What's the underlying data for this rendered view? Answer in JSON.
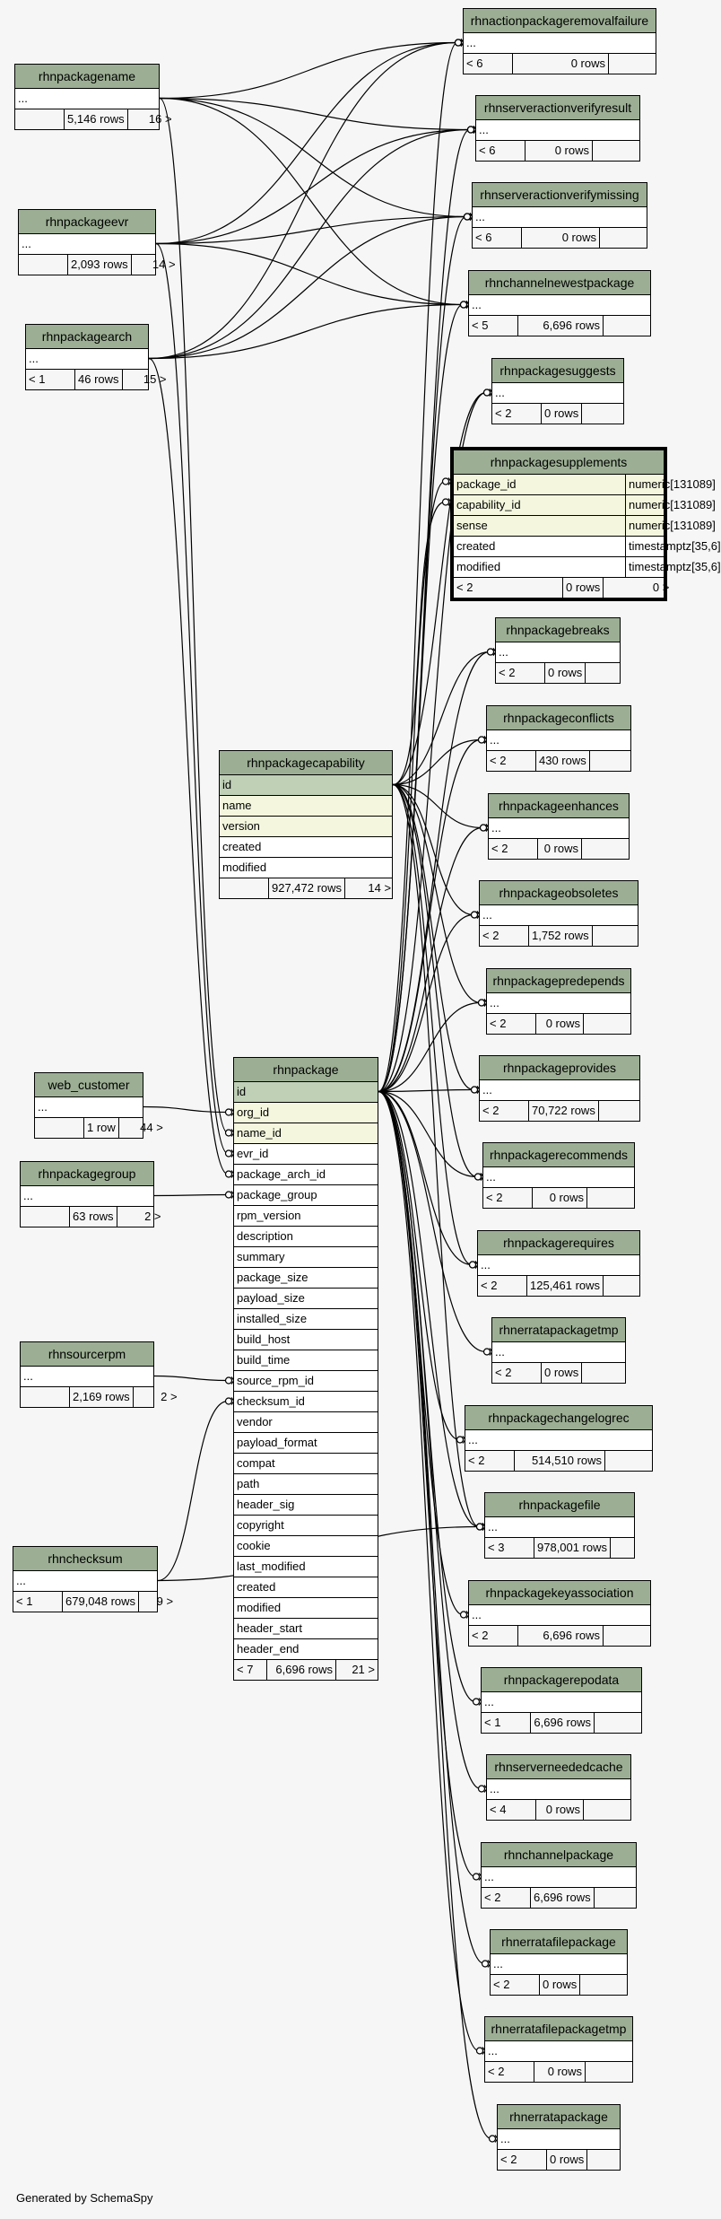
{
  "generated_by": "Generated by SchemaSpy",
  "tables": [
    {
      "id": "rhnactionpackageremovalfailure",
      "name": "rhnactionpackageremovalfailure",
      "rows": [
        {
          "t": "..."
        }
      ],
      "footer": [
        "< 6",
        "0 rows",
        ""
      ]
    },
    {
      "id": "rhnpackagename",
      "name": "rhnpackagename",
      "rows": [
        {
          "t": "..."
        }
      ],
      "footer": [
        "",
        "5,146 rows",
        "16 >"
      ]
    },
    {
      "id": "rhnserveractionverifyresult",
      "name": "rhnserveractionverifyresult",
      "rows": [
        {
          "t": "..."
        }
      ],
      "footer": [
        "< 6",
        "0 rows",
        ""
      ]
    },
    {
      "id": "rhnserveractionverifymissing",
      "name": "rhnserveractionverifymissing",
      "rows": [
        {
          "t": "..."
        }
      ],
      "footer": [
        "< 6",
        "0 rows",
        ""
      ]
    },
    {
      "id": "rhnpackageevr",
      "name": "rhnpackageevr",
      "rows": [
        {
          "t": "..."
        }
      ],
      "footer": [
        "",
        "2,093 rows",
        "14 >"
      ]
    },
    {
      "id": "rhnchannelnewestpackage",
      "name": "rhnchannelnewestpackage",
      "rows": [
        {
          "t": "..."
        }
      ],
      "footer": [
        "< 5",
        "6,696 rows",
        ""
      ]
    },
    {
      "id": "rhnpackagearch",
      "name": "rhnpackagearch",
      "rows": [
        {
          "t": "..."
        }
      ],
      "footer": [
        "< 1",
        "46 rows",
        "15 >"
      ]
    },
    {
      "id": "rhnpackagesuggests",
      "name": "rhnpackagesuggests",
      "rows": [
        {
          "t": "..."
        }
      ],
      "footer": [
        "< 2",
        "0 rows",
        ""
      ]
    },
    {
      "id": "rhnpackagesupplements",
      "name": "rhnpackagesupplements",
      "rows": [
        {
          "t": "package_id",
          "type": "numeric[131089]",
          "k": "fk"
        },
        {
          "t": "capability_id",
          "type": "numeric[131089]",
          "k": "fk"
        },
        {
          "t": "sense",
          "type": "numeric[131089]",
          "k": "fk"
        },
        {
          "t": "created",
          "type": "timestamptz[35,6]"
        },
        {
          "t": "modified",
          "type": "timestamptz[35,6]"
        }
      ],
      "footer": [
        "< 2",
        "0 rows",
        "0 >"
      ]
    },
    {
      "id": "rhnpackagebreaks",
      "name": "rhnpackagebreaks",
      "rows": [
        {
          "t": "..."
        }
      ],
      "footer": [
        "< 2",
        "0 rows",
        ""
      ]
    },
    {
      "id": "rhnpackageconflicts",
      "name": "rhnpackageconflicts",
      "rows": [
        {
          "t": "..."
        }
      ],
      "footer": [
        "< 2",
        "430 rows",
        ""
      ]
    },
    {
      "id": "rhnpackagecapability",
      "name": "rhnpackagecapability",
      "rows": [
        {
          "t": "id",
          "k": "pk"
        },
        {
          "t": "name",
          "k": "fk"
        },
        {
          "t": "version",
          "k": "fk"
        },
        {
          "t": "created"
        },
        {
          "t": "modified"
        }
      ],
      "footer": [
        "",
        "927,472 rows",
        "14 >"
      ]
    },
    {
      "id": "rhnpackageenhances",
      "name": "rhnpackageenhances",
      "rows": [
        {
          "t": "..."
        }
      ],
      "footer": [
        "< 2",
        "0 rows",
        ""
      ]
    },
    {
      "id": "rhnpackageobsoletes",
      "name": "rhnpackageobsoletes",
      "rows": [
        {
          "t": "..."
        }
      ],
      "footer": [
        "< 2",
        "1,752 rows",
        ""
      ]
    },
    {
      "id": "rhnpackagepredepends",
      "name": "rhnpackagepredepends",
      "rows": [
        {
          "t": "..."
        }
      ],
      "footer": [
        "< 2",
        "0 rows",
        ""
      ]
    },
    {
      "id": "rhnpackage",
      "name": "rhnpackage",
      "rows": [
        {
          "t": "id",
          "k": "pk"
        },
        {
          "t": "org_id",
          "k": "fk"
        },
        {
          "t": "name_id",
          "k": "fk"
        },
        {
          "t": "evr_id"
        },
        {
          "t": "package_arch_id"
        },
        {
          "t": "package_group"
        },
        {
          "t": "rpm_version"
        },
        {
          "t": "description"
        },
        {
          "t": "summary"
        },
        {
          "t": "package_size"
        },
        {
          "t": "payload_size"
        },
        {
          "t": "installed_size"
        },
        {
          "t": "build_host"
        },
        {
          "t": "build_time"
        },
        {
          "t": "source_rpm_id"
        },
        {
          "t": "checksum_id"
        },
        {
          "t": "vendor"
        },
        {
          "t": "payload_format"
        },
        {
          "t": "compat"
        },
        {
          "t": "path"
        },
        {
          "t": "header_sig"
        },
        {
          "t": "copyright"
        },
        {
          "t": "cookie"
        },
        {
          "t": "last_modified"
        },
        {
          "t": "created"
        },
        {
          "t": "modified"
        },
        {
          "t": "header_start"
        },
        {
          "t": "header_end"
        }
      ],
      "footer": [
        "< 7",
        "6,696 rows",
        "21 >"
      ]
    },
    {
      "id": "rhnpackageprovides",
      "name": "rhnpackageprovides",
      "rows": [
        {
          "t": "..."
        }
      ],
      "footer": [
        "< 2",
        "70,722 rows",
        ""
      ]
    },
    {
      "id": "web_customer",
      "name": "web_customer",
      "rows": [
        {
          "t": "..."
        }
      ],
      "footer": [
        "",
        "1 row",
        "44 >"
      ]
    },
    {
      "id": "rhnpackagerecommends",
      "name": "rhnpackagerecommends",
      "rows": [
        {
          "t": "..."
        }
      ],
      "footer": [
        "< 2",
        "0 rows",
        ""
      ]
    },
    {
      "id": "rhnpackagegroup",
      "name": "rhnpackagegroup",
      "rows": [
        {
          "t": "..."
        }
      ],
      "footer": [
        "",
        "63 rows",
        "2 >"
      ]
    },
    {
      "id": "rhnpackagerequires",
      "name": "rhnpackagerequires",
      "rows": [
        {
          "t": "..."
        }
      ],
      "footer": [
        "< 2",
        "125,461 rows",
        ""
      ]
    },
    {
      "id": "rhnerratapackagetmp",
      "name": "rhnerratapackagetmp",
      "rows": [
        {
          "t": "..."
        }
      ],
      "footer": [
        "< 2",
        "0 rows",
        ""
      ]
    },
    {
      "id": "rhnsourcerpm",
      "name": "rhnsourcerpm",
      "rows": [
        {
          "t": "..."
        }
      ],
      "footer": [
        "",
        "2,169 rows",
        "2 >"
      ]
    },
    {
      "id": "rhnpackagechangelogrec",
      "name": "rhnpackagechangelogrec",
      "rows": [
        {
          "t": "..."
        }
      ],
      "footer": [
        "< 2",
        "514,510 rows",
        ""
      ]
    },
    {
      "id": "rhnpackagefile",
      "name": "rhnpackagefile",
      "rows": [
        {
          "t": "..."
        }
      ],
      "footer": [
        "< 3",
        "978,001 rows",
        ""
      ]
    },
    {
      "id": "rhnchecksum",
      "name": "rhnchecksum",
      "rows": [
        {
          "t": "..."
        }
      ],
      "footer": [
        "< 1",
        "679,048 rows",
        "9 >"
      ]
    },
    {
      "id": "rhnpackagekeyassociation",
      "name": "rhnpackagekeyassociation",
      "rows": [
        {
          "t": "..."
        }
      ],
      "footer": [
        "< 2",
        "6,696 rows",
        ""
      ]
    },
    {
      "id": "rhnpackagerepodata",
      "name": "rhnpackagerepodata",
      "rows": [
        {
          "t": "..."
        }
      ],
      "footer": [
        "< 1",
        "6,696 rows",
        ""
      ]
    },
    {
      "id": "rhnserverneededcache",
      "name": "rhnserverneededcache",
      "rows": [
        {
          "t": "..."
        }
      ],
      "footer": [
        "< 4",
        "0 rows",
        ""
      ]
    },
    {
      "id": "rhnchannelpackage",
      "name": "rhnchannelpackage",
      "rows": [
        {
          "t": "..."
        }
      ],
      "footer": [
        "< 2",
        "6,696 rows",
        ""
      ]
    },
    {
      "id": "rhnerratafilepackage",
      "name": "rhnerratafilepackage",
      "rows": [
        {
          "t": "..."
        }
      ],
      "footer": [
        "< 2",
        "0 rows",
        ""
      ]
    },
    {
      "id": "rhnerratafilepackagetmp",
      "name": "rhnerratafilepackagetmp",
      "rows": [
        {
          "t": "..."
        }
      ],
      "footer": [
        "< 2",
        "0 rows",
        ""
      ]
    },
    {
      "id": "rhnerratapackage",
      "name": "rhnerratapackage",
      "rows": [
        {
          "t": "..."
        }
      ],
      "footer": [
        "< 2",
        "0 rows",
        ""
      ]
    }
  ],
  "relationships": [
    [
      "rhnpackagename",
      0,
      "rhnactionpackageremovalfailure",
      0
    ],
    [
      "rhnpackagename",
      0,
      "rhnserveractionverifyresult",
      0
    ],
    [
      "rhnpackagename",
      0,
      "rhnserveractionverifymissing",
      0
    ],
    [
      "rhnpackagename",
      0,
      "rhnchannelnewestpackage",
      0
    ],
    [
      "rhnpackagename",
      0,
      "rhnpackage",
      2
    ],
    [
      "rhnpackageevr",
      0,
      "rhnactionpackageremovalfailure",
      0
    ],
    [
      "rhnpackageevr",
      0,
      "rhnserveractionverifyresult",
      0
    ],
    [
      "rhnpackageevr",
      0,
      "rhnserveractionverifymissing",
      0
    ],
    [
      "rhnpackageevr",
      0,
      "rhnchannelnewestpackage",
      0
    ],
    [
      "rhnpackageevr",
      0,
      "rhnpackage",
      3
    ],
    [
      "rhnpackagearch",
      0,
      "rhnactionpackageremovalfailure",
      0
    ],
    [
      "rhnpackagearch",
      0,
      "rhnserveractionverifyresult",
      0
    ],
    [
      "rhnpackagearch",
      0,
      "rhnserveractionverifymissing",
      0
    ],
    [
      "rhnpackagearch",
      0,
      "rhnchannelnewestpackage",
      0
    ],
    [
      "rhnpackagearch",
      0,
      "rhnpackage",
      4
    ],
    [
      "web_customer",
      0,
      "rhnpackage",
      1
    ],
    [
      "rhnpackagegroup",
      0,
      "rhnpackage",
      5
    ],
    [
      "rhnsourcerpm",
      0,
      "rhnpackage",
      14
    ],
    [
      "rhnchecksum",
      0,
      "rhnpackage",
      15
    ],
    [
      "rhnchecksum",
      0,
      "rhnpackagefile",
      0
    ],
    [
      "rhnpackagecapability",
      0,
      "rhnpackagesuggests",
      0
    ],
    [
      "rhnpackagecapability",
      0,
      "rhnpackagesupplements",
      1
    ],
    [
      "rhnpackagecapability",
      0,
      "rhnpackagebreaks",
      0
    ],
    [
      "rhnpackagecapability",
      0,
      "rhnpackageconflicts",
      0
    ],
    [
      "rhnpackagecapability",
      0,
      "rhnpackageenhances",
      0
    ],
    [
      "rhnpackagecapability",
      0,
      "rhnpackageobsoletes",
      0
    ],
    [
      "rhnpackagecapability",
      0,
      "rhnpackagepredepends",
      0
    ],
    [
      "rhnpackagecapability",
      0,
      "rhnpackageprovides",
      0
    ],
    [
      "rhnpackagecapability",
      0,
      "rhnpackagerecommends",
      0
    ],
    [
      "rhnpackagecapability",
      0,
      "rhnpackagerequires",
      0
    ],
    [
      "rhnpackagecapability",
      0,
      "rhnpackagefile",
      0
    ],
    [
      "rhnpackage",
      0,
      "rhnactionpackageremovalfailure",
      0
    ],
    [
      "rhnpackage",
      0,
      "rhnserveractionverifyresult",
      0
    ],
    [
      "rhnpackage",
      0,
      "rhnserveractionverifymissing",
      0
    ],
    [
      "rhnpackage",
      0,
      "rhnchannelnewestpackage",
      0
    ],
    [
      "rhnpackage",
      0,
      "rhnpackagesuggests",
      0
    ],
    [
      "rhnpackage",
      0,
      "rhnpackagesupplements",
      0
    ],
    [
      "rhnpackage",
      0,
      "rhnpackagebreaks",
      0
    ],
    [
      "rhnpackage",
      0,
      "rhnpackageconflicts",
      0
    ],
    [
      "rhnpackage",
      0,
      "rhnpackageenhances",
      0
    ],
    [
      "rhnpackage",
      0,
      "rhnpackageobsoletes",
      0
    ],
    [
      "rhnpackage",
      0,
      "rhnpackagepredepends",
      0
    ],
    [
      "rhnpackage",
      0,
      "rhnpackageprovides",
      0
    ],
    [
      "rhnpackage",
      0,
      "rhnpackagerecommends",
      0
    ],
    [
      "rhnpackage",
      0,
      "rhnpackagerequires",
      0
    ],
    [
      "rhnpackage",
      0,
      "rhnerratapackagetmp",
      0
    ],
    [
      "rhnpackage",
      0,
      "rhnpackagechangelogrec",
      0
    ],
    [
      "rhnpackage",
      0,
      "rhnpackagefile",
      0
    ],
    [
      "rhnpackage",
      0,
      "rhnpackagekeyassociation",
      0
    ],
    [
      "rhnpackage",
      0,
      "rhnpackagerepodata",
      0
    ],
    [
      "rhnpackage",
      0,
      "rhnserverneededcache",
      0
    ],
    [
      "rhnpackage",
      0,
      "rhnchannelpackage",
      0
    ],
    [
      "rhnpackage",
      0,
      "rhnerratafilepackage",
      0
    ],
    [
      "rhnpackage",
      0,
      "rhnerratafilepackagetmp",
      0
    ],
    [
      "rhnpackage",
      0,
      "rhnerratapackage",
      0
    ]
  ]
}
